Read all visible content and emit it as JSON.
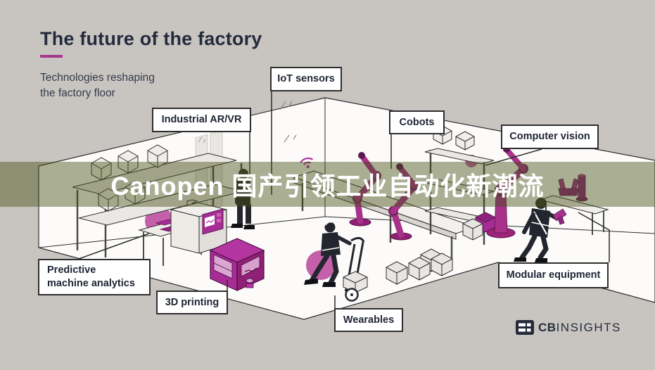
{
  "header": {
    "title": "The future of the factory",
    "subtitle": "Technologies reshaping\nthe factory floor"
  },
  "overlay_banner": {
    "text": "Canopen 国产引领工业自动化新潮流"
  },
  "labels": {
    "iot_sensors": "IoT sensors",
    "industrial_arvr": "Industrial AR/VR",
    "cobots": "Cobots",
    "computer_vision": "Computer vision",
    "predictive": "Predictive\nmachine analytics",
    "printing_3d": "3D printing",
    "wearables": "Wearables",
    "modular_equipment": "Modular equipment"
  },
  "logo": {
    "prefix": "CB",
    "suffix": "INSIGHTS"
  },
  "colors": {
    "background_gray": "#c8c5c1",
    "accent_magenta": "#a82c96",
    "accent_pink": "#c45fa9",
    "title_navy": "#232b3d",
    "banner_olive": "rgba(72,80,22,0.45)",
    "outline": "#2e2e2e"
  }
}
